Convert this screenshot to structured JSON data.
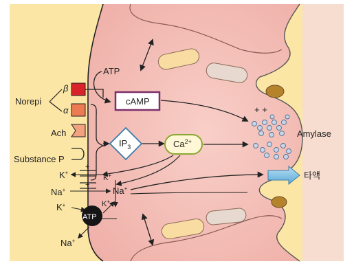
{
  "labels": {
    "norepi": "Norepi",
    "beta": "β",
    "alpha": "α",
    "ach": "Ach",
    "substance_p": "Substance P",
    "atp_top": "ATP",
    "camp": "cAMP",
    "ip3_base": "IP",
    "ip3_sub": "3",
    "ca_base": "Ca",
    "ca_sup": "2+",
    "amylase": "Amylase",
    "secretion": "타액",
    "plus_plus": "+ +",
    "k_ion": "K",
    "na_ion": "Na",
    "plus_sign": "+",
    "atp_pump": "ATP"
  },
  "colors": {
    "background": "#ffffff",
    "interstitial": "#fbe6a6",
    "cell": "#f5c3bd",
    "cell_shade": "#f2b3ad",
    "lumen": "#f6ddcf",
    "beta_receptor": "#d8232a",
    "alpha_receptor": "#ec7a52",
    "camp_border": "#7b2f6b",
    "granule_dark": "#b5832c",
    "mito_light": "#f8dca1",
    "mito_gray": "#e7d8d0",
    "blue_arrow": "#7fc3e8",
    "vesicle": "#8fa7c4",
    "pump": "#151515"
  }
}
